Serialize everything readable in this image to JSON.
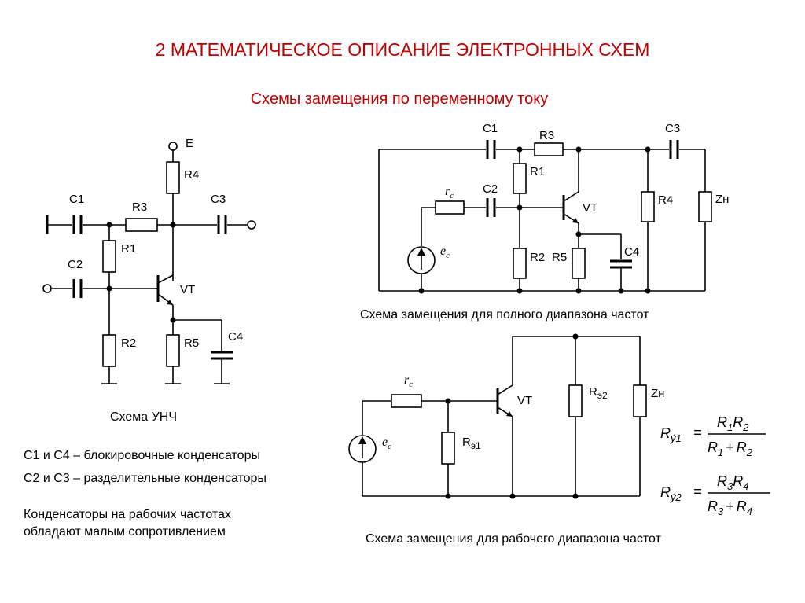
{
  "title": "2 МАТЕМАТИЧЕСКОЕ ОПИСАНИЕ ЭЛЕКТРОННЫХ СХЕМ",
  "subtitle": "Схемы замещения по переменному току",
  "colors": {
    "heading": "#c00000",
    "ink": "#000000"
  },
  "left_circuit": {
    "labels": {
      "e": "E",
      "r4": "R4",
      "c1": "C1",
      "r3": "R3",
      "c3": "C3",
      "r1": "R1",
      "c2": "C2",
      "vt": "VT",
      "r2": "R2",
      "r5": "R5",
      "c4": "C4"
    },
    "caption": "Схема УНЧ"
  },
  "notes": {
    "line1": "С1 и С4 – блокировочные конденсаторы",
    "line2": "С2 и С3 – разделительные конденсаторы",
    "line3": "Конденсаторы на рабочих частотах",
    "line4": "обладают малым сопротивлением"
  },
  "full_range": {
    "labels": {
      "c1": "C1",
      "r3": "R3",
      "c3": "C3",
      "r1": "R1",
      "rc": "r",
      "rc_sub": "c",
      "c2": "C2",
      "vt": "VT",
      "r4": "R4",
      "zn": "Zн",
      "ec": "e",
      "ec_sub": "c",
      "r2": "R2",
      "r5": "R5",
      "c4": "C4"
    },
    "caption": "Схема замещения для полного диапазона частот"
  },
  "working_range": {
    "labels": {
      "rc": "r",
      "rc_sub": "c",
      "vt": "VT",
      "re2": "R",
      "re2_sub": "э2",
      "zn": "Zн",
      "ec": "e",
      "ec_sub": "c",
      "re1": "R",
      "re1_sub": "э1"
    },
    "caption": "Схема замещения для рабочего диапазона частот"
  },
  "formulas": {
    "f1": {
      "lhs": "R",
      "lhs_sub": "ý1",
      "eq": "=",
      "num_a": "R",
      "num_a_sub": "1",
      "num_b": "R",
      "num_b_sub": "2",
      "den_a": "R",
      "den_a_sub": "1",
      "plus": "+",
      "den_b": "R",
      "den_b_sub": "2"
    },
    "f2": {
      "lhs": "R",
      "lhs_sub": "ý2",
      "eq": "=",
      "num_a": "R",
      "num_a_sub": "3",
      "num_b": "R",
      "num_b_sub": "4",
      "den_a": "R",
      "den_a_sub": "3",
      "plus": "+",
      "den_b": "R",
      "den_b_sub": "4"
    }
  }
}
